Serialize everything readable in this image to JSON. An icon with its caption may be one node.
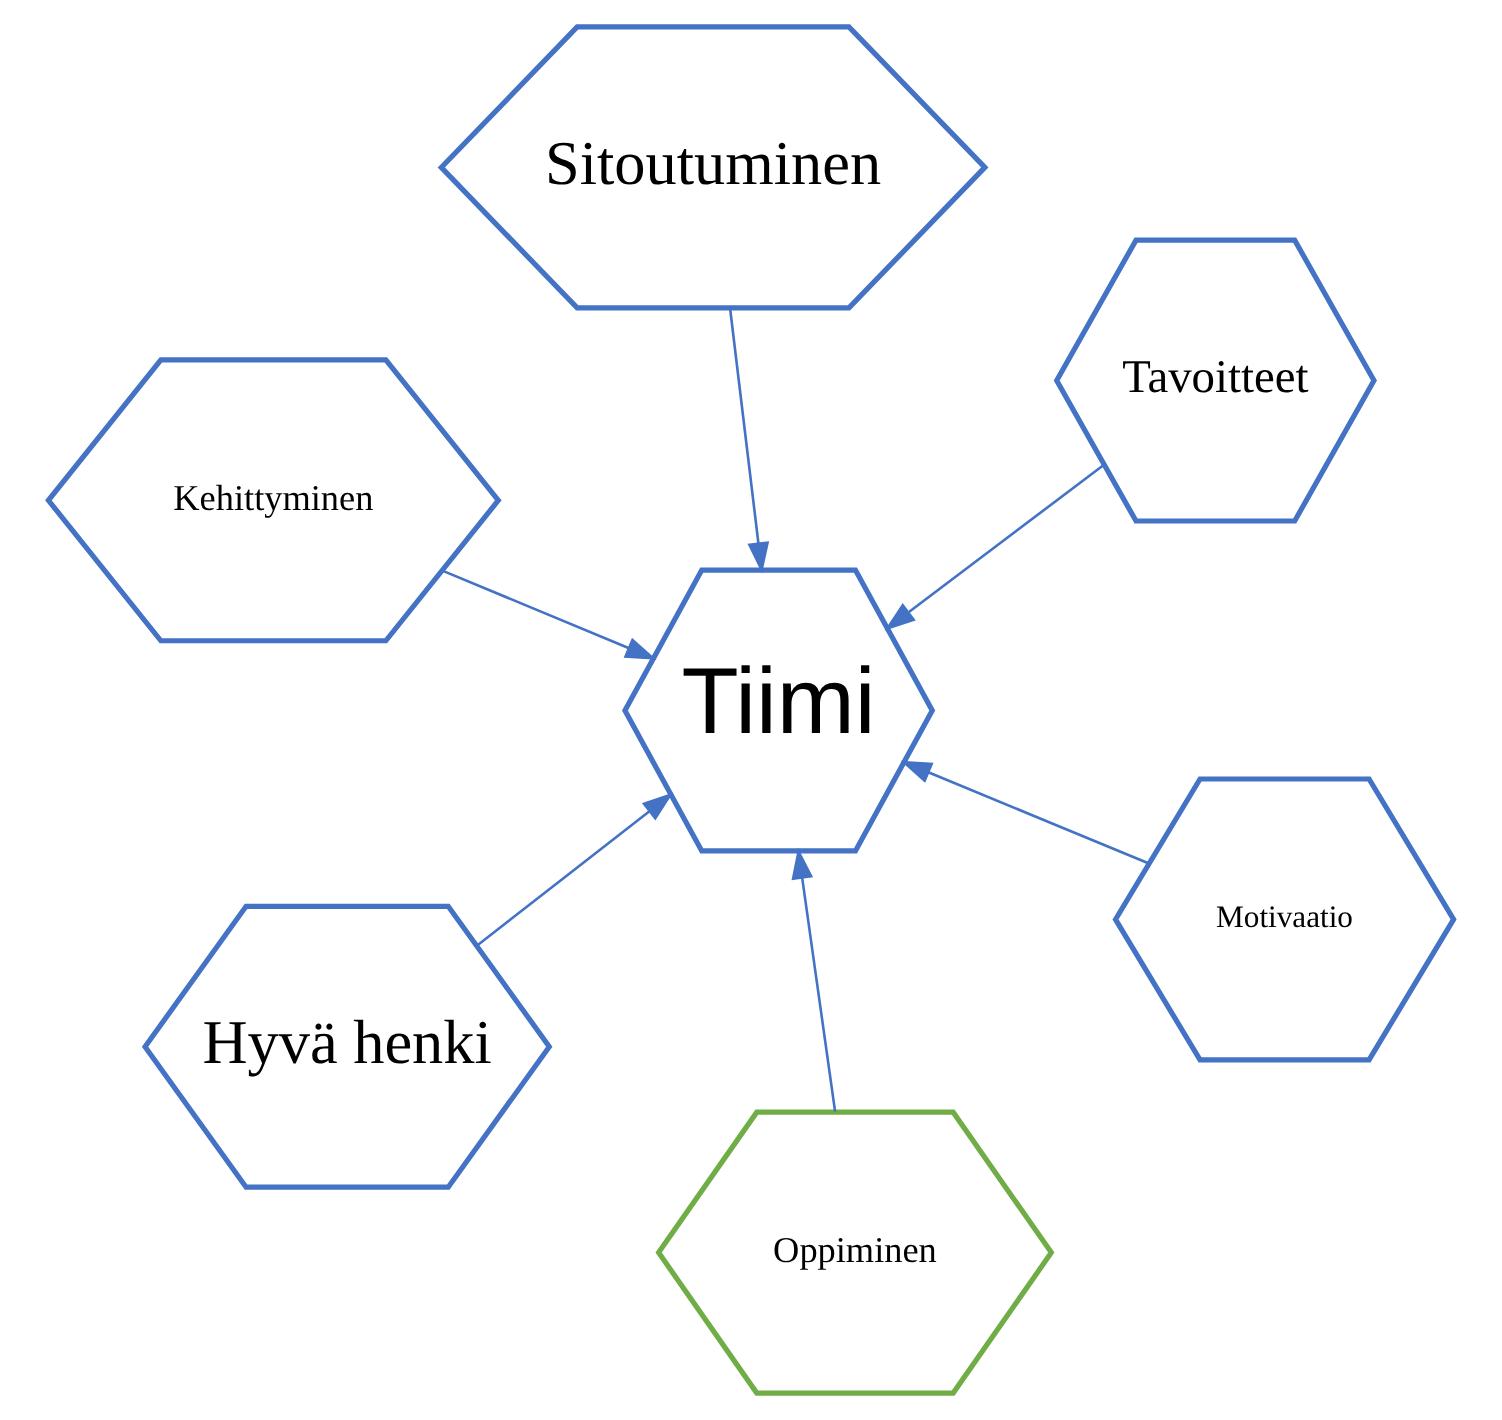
{
  "diagram": {
    "nodes": [
      {
        "text": [
          "Kehittyminen"
        ]
      },
      {
        "text": [
          "Motivaatio"
        ]
      },
      {
        "text": [
          "Oppiminen"
        ]
      },
      {
        "text": [
          "Tiimi"
        ]
      },
      {
        "text": [
          "Tavoitteet"
        ]
      },
      {
        "text": [
          "Sitoutuminen"
        ]
      },
      {
        "text": [
          "Hyvä henki"
        ]
      }
    ],
    "edges": [
      {
        "from": 0,
        "to": 3,
        "arrow": "to"
      },
      {
        "from": 1,
        "to": 3,
        "arrow": "to"
      },
      {
        "from": 4,
        "to": 3,
        "arrow": "to"
      },
      {
        "from": 2,
        "to": 3,
        "arrow": "to"
      },
      {
        "from": 5,
        "to": 3,
        "arrow": "to"
      },
      {
        "from": 6,
        "to": 3,
        "arrow": "to"
      }
    ]
  }
}
